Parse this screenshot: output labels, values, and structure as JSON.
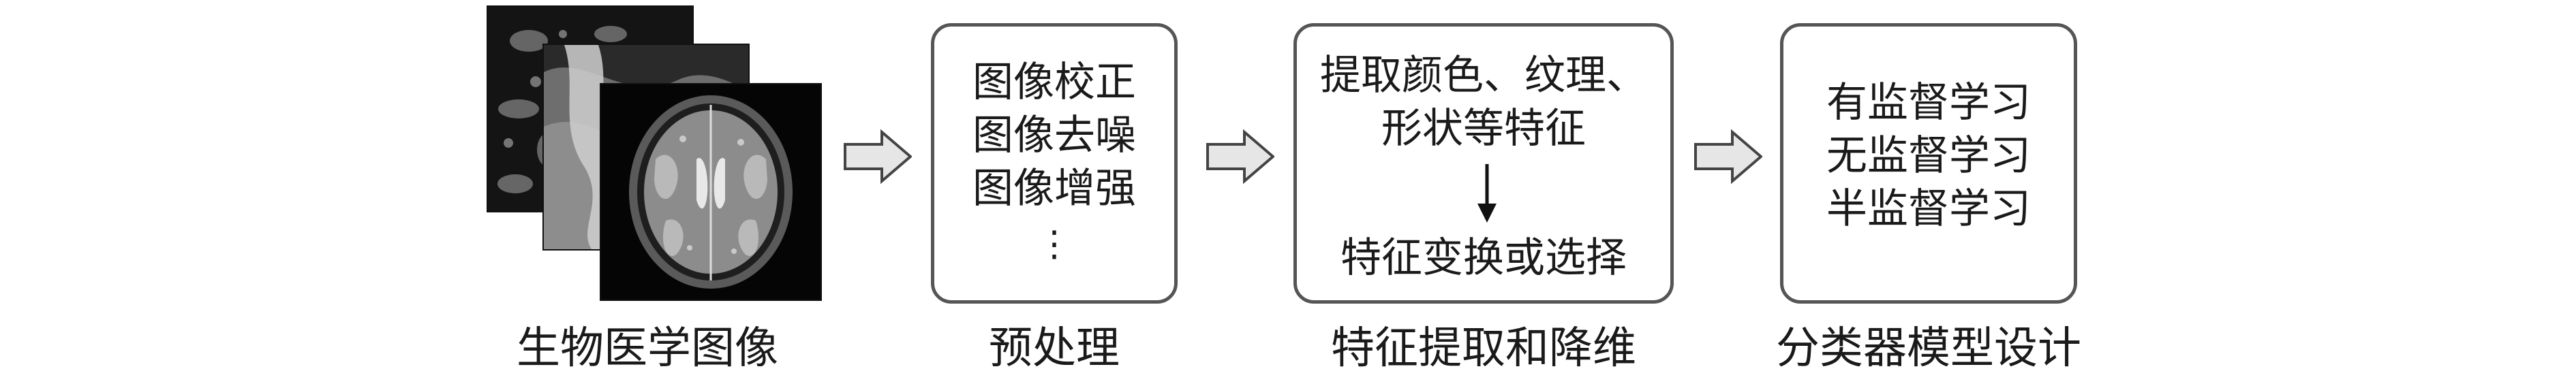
{
  "stages": [
    {
      "id": "images",
      "caption": "生物医学图像"
    },
    {
      "id": "preprocessing",
      "caption": "预处理",
      "items": [
        "图像校正",
        "图像去噪",
        "图像增强"
      ],
      "more": "⋮"
    },
    {
      "id": "feature",
      "caption": "特征提取和降维",
      "line1": "提取颜色、纹理、",
      "line2": "形状等特征",
      "line3": "特征变换或选择"
    },
    {
      "id": "classifier",
      "caption": "分类器模型设计",
      "items": [
        "有监督学习",
        "无监督学习",
        "半监督学习"
      ]
    }
  ],
  "colors": {
    "box_border": "#555555",
    "arrow_fill": "#e6e6e6",
    "arrow_stroke": "#444444",
    "text": "#1a1a1a"
  }
}
